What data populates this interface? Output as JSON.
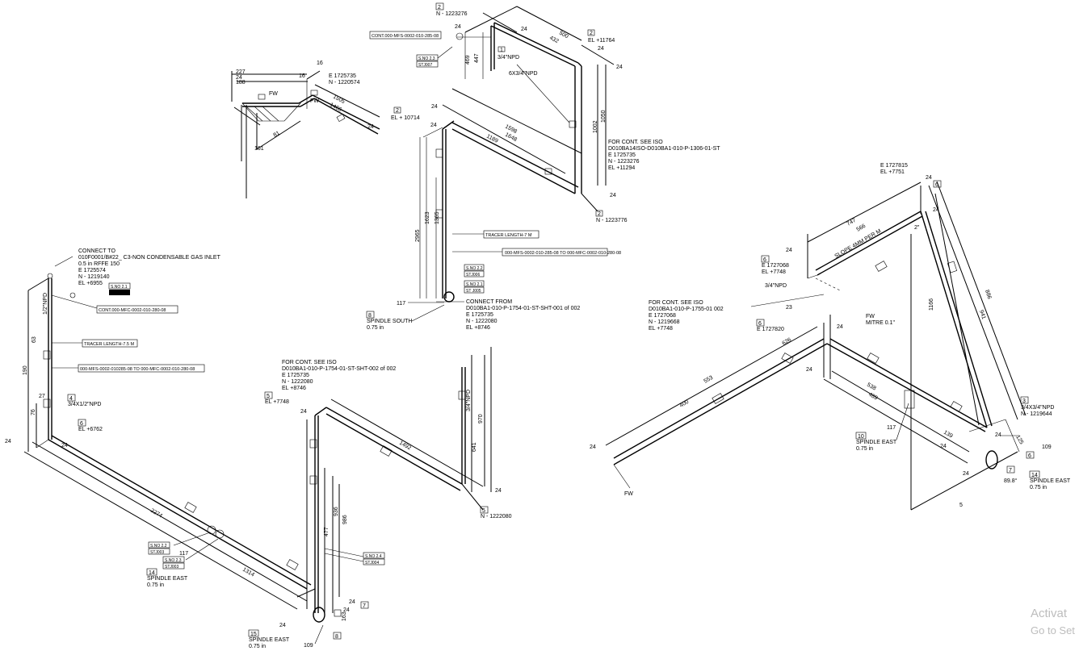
{
  "annotations": {
    "top_mid_box": "2",
    "top_n": "N - 1223276",
    "cont_mfs_top": "CONT.000-MFS-0002-010-285-08",
    "sno_top_a": "S.NO 2.3",
    "sno_top_b": "STJ007",
    "npd_top": "3/4\"NPD",
    "npd_top2": "6X3/4\"NPD",
    "el_11764": "EL +11764",
    "topleft_e": "E 1725735",
    "topleft_n": "N - 1220574",
    "el_10714": "EL + 10714",
    "cont_iso_top_1": "FOR CONT. SEE ISO",
    "cont_iso_top_2": "D010BA14ISO-D010BA1-010-P-1306-01-ST",
    "cont_iso_top_3": "E 1725735",
    "cont_iso_top_4": "N - 1223276",
    "cont_iso_top_5": "EL +11294",
    "n_1223776": "N - 1223776",
    "tracer_7m": "TRACER LENGTH-7 M",
    "mfs_to_mfc_mid": "000-MFS-0002-010-285-08  TO 000-MFC-0002-010-280-08",
    "sno_mid_a": "S.NO 2.2",
    "sno_mid_b": "STJ006",
    "sno_mid_c": "S.NO 2.1",
    "sno_mid_d": "ST J005",
    "connect_from_1": "CONNECT FROM",
    "connect_from_2": "D010BA1-010-P-1754-01-ST-SHT-001 of 002",
    "connect_from_3": "E 1725735",
    "connect_from_4": "N - 1222080",
    "connect_from_5": "EL +8746",
    "spindle_south_num": "8",
    "spindle_south": "SPINDLE SOUTH",
    "spindle_south_in": "0.75 in",
    "connect_to_1": "CONNECT TO",
    "connect_to_2": "010F0001/B#22_ C3-NON CONDENSABLE GAS INLET",
    "connect_to_3": "0.5 in RFFE 150",
    "connect_to_4": "E 1725574",
    "connect_to_5": "N - 1219140",
    "connect_to_6": "EL +6955",
    "sno_left_a": "S.NO 2.1",
    "cont_mfc_left": "CONT.000-MFC-0002-010-280-08",
    "tracer_75m": "TRACER LENGTH-7.5 M",
    "mfs_to_mfc_left": "000-MFS-0002-010285-08 TO 000-MFC-0002-010-280-08",
    "npd_left_num": "4",
    "npd_left": "3/4X1/2\"NPD",
    "el_6762_num": "6",
    "el_6762": "EL +6762",
    "cont_iso_mid_1": "FOR CONT. SEE ISO",
    "cont_iso_mid_2": "D010BA1-010-P-1754-01-ST-SHT-002 of 002",
    "cont_iso_mid_3": "E 1725735",
    "cont_iso_mid_4": "N - 1222080",
    "cont_iso_mid_5": "EL +8746",
    "el_7748_mid_num": "5",
    "el_7748_mid": "EL +7748",
    "npd_mid": "3/4\"NPD",
    "n_1222080_num": "5",
    "n_1222080": "N - 1222080",
    "sno_bot_a": "S.NO 2.4",
    "sno_bot_b": "STJ004",
    "sno_bl_a": "S.NO 2.2",
    "sno_bl_b": "STJ003",
    "sno_bl_c": "S.NO 2.3",
    "sno_bl_d": "STJ003",
    "spindle_east_14_num": "14",
    "spindle_east_14": "SPINDLE EAST",
    "spindle_east_14_in": "0.75 in",
    "spindle_east_15_num": "15",
    "spindle_east_15": "SPINDLE EAST",
    "spindle_east_15_in": "0.75 in",
    "right_e_1727815": "E 1727815",
    "right_el_7751": "EL +7751",
    "slope": "SLOPE 4MM PER M",
    "right_e_1727068_num": "6",
    "right_e_1727068": "E 1727068",
    "right_el_7748": "EL +7748",
    "right_npd": "3/4\"NPD",
    "cont_iso_right_1": "FOR CONT. SEE ISO",
    "cont_iso_right_2": "D010BA1-010-P-1755-01 002",
    "cont_iso_right_3": "E 1727068",
    "cont_iso_right_4": "N - 1219668",
    "cont_iso_right_5": "EL +7748",
    "right_e_1727820_num": "6",
    "right_e_1727820": "E 1727820",
    "fw_mitre_1": "FW",
    "fw_mitre_2": "MITRE 0.1\"",
    "right_npd2_num": "3",
    "right_npd2": "3/4X3/4\"NPD",
    "right_n_1219644": "N - 1219644",
    "spindle_east_10_num": "10",
    "spindle_east_10": "SPINDLE EAST",
    "spindle_east_10_in": "0.75 in",
    "spindle_east_14r_num": "14",
    "spindle_east_14r": "SPINDLE EAST",
    "spindle_east_14r_in": "0.75 in",
    "angle_89": "89.8°",
    "fw": "FW"
  },
  "dimensions": {
    "d24": "24",
    "d500": "500",
    "d432": "432",
    "d469": "469",
    "d447": "447",
    "d1002": "1002",
    "d1050": "1050",
    "d227": "227",
    "d188": "188",
    "d16": "16",
    "d1505": "1505",
    "d1466": "1466",
    "d161": "161",
    "d81": "81",
    "d1598": "1598",
    "d1648": "1648",
    "d1189": "1189",
    "d2965": "2965",
    "d1623": "1623",
    "d1365": "1365",
    "d117": "117",
    "d63": "63",
    "d190": "190",
    "d76": "76",
    "d27": "27",
    "d2274": "2274",
    "d1314": "1314",
    "d1492": "1492",
    "d970": "970",
    "d641": "641",
    "d936": "936",
    "d986": "986",
    "d477": "477",
    "d163": "163",
    "d109": "109",
    "d747": "747",
    "d566": "566",
    "d1166": "1166",
    "d941": "941",
    "d886": "886",
    "d23": "23",
    "d553": "553",
    "d400": "400",
    "d626": "626",
    "d538": "538",
    "d489": "489",
    "d139": "139",
    "d125": "125",
    "d5": "5",
    "d2": "2\""
  },
  "watermark": {
    "line1": "Activat",
    "line2": "Go to Set"
  }
}
